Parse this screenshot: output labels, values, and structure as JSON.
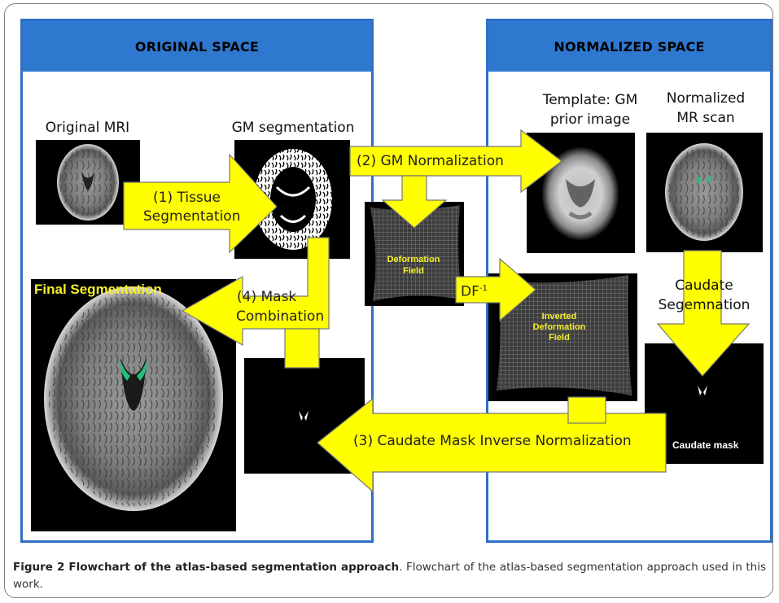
{
  "panels": {
    "original_title": "ORIGINAL SPACE",
    "normalized_title": "NORMALIZED SPACE"
  },
  "labels": {
    "original_mri": "Original MRI",
    "gm_segmentation": "GM segmentation",
    "template_line1": "Template: GM",
    "template_line2": "prior  image",
    "normalized_line1": "Normalized",
    "normalized_line2": "MR scan",
    "caudate_line1": "Caudate",
    "caudate_line2": "Segemnation",
    "final_segmentation": "Final Segmentation",
    "deformation_line1": "Deformation",
    "deformation_line2": "Field",
    "inverted_line1": "Inverted",
    "inverted_line2": "Deformation",
    "inverted_line3": "Field",
    "caudate_mask": "Caudate mask"
  },
  "arrows": {
    "tissue_line1": "(1) Tissue",
    "tissue_line2": "Segmentation",
    "gm_normalization": "(2) GM Normalization",
    "mask_line1": "(4) Mask",
    "mask_line2": "Combination",
    "df_inverse": "DF",
    "df_inverse_sup": "-1",
    "inverse_normalization": "(3) Caudate Mask Inverse Normalization"
  },
  "caption": {
    "bold": "Figure 2 Flowchart of the atlas-based segmentation approach",
    "text": ". Flowchart of the atlas-based segmentation approach used in this work."
  },
  "colors": {
    "panel_blue": "#2f78cf",
    "arrow_yellow": "#ffff00",
    "field_text": "#f6ef2a",
    "caudate_green": "#22c07a"
  }
}
